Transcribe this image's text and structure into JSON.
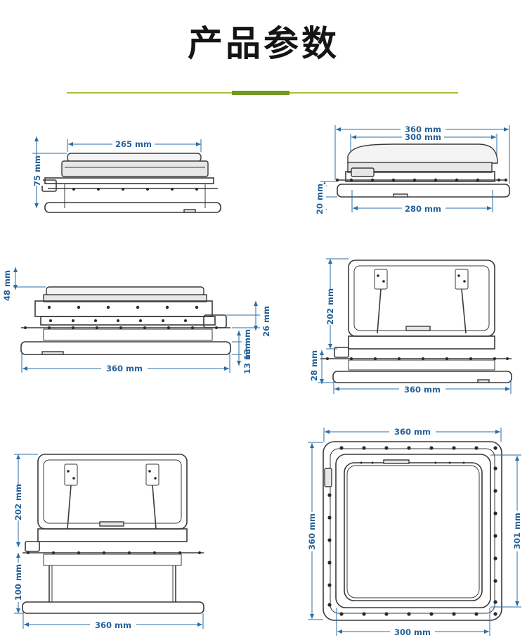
{
  "title": "产品参数",
  "colors": {
    "accent": "#6f9a1e",
    "dimension": "#2b6ea6"
  },
  "views": {
    "side_closed_narrow": {
      "width": "265 mm",
      "height": "75 mm"
    },
    "side_closed_wide": {
      "outer_width": "360 mm",
      "lid_width": "300 mm",
      "frame_width": "280 mm",
      "flange_height": "20 mm"
    },
    "side_closed_front": {
      "height_top": "48 mm",
      "width": "360 mm",
      "frame_height": "26 mm",
      "flange_height": "13 mm"
    },
    "side_open_right": {
      "open_height": "202 mm",
      "base_height": "28 mm",
      "width": "360 mm"
    },
    "side_open_extended": {
      "open_height": "202 mm",
      "extension_height": "100 mm",
      "width": "360 mm"
    },
    "top_view": {
      "outer_width": "360 mm",
      "outer_height": "360 mm",
      "inner_width": "300 mm",
      "inner_height": "301 mm"
    }
  }
}
